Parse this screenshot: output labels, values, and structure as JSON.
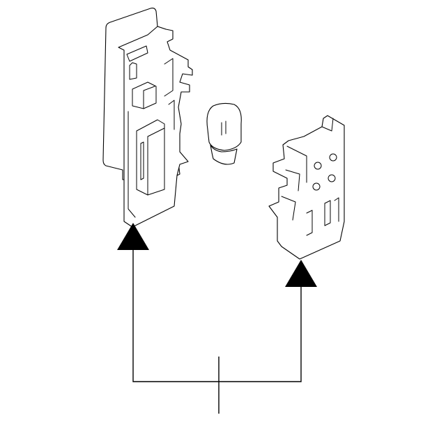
{
  "diagram": {
    "parts": [
      {
        "name": "lamp-housing"
      },
      {
        "name": "bulb"
      },
      {
        "name": "lens-base"
      }
    ],
    "leader": {
      "arrow_color": "#000000",
      "line_color": "#000000",
      "targets": [
        "lamp-housing",
        "lens-base"
      ]
    }
  }
}
